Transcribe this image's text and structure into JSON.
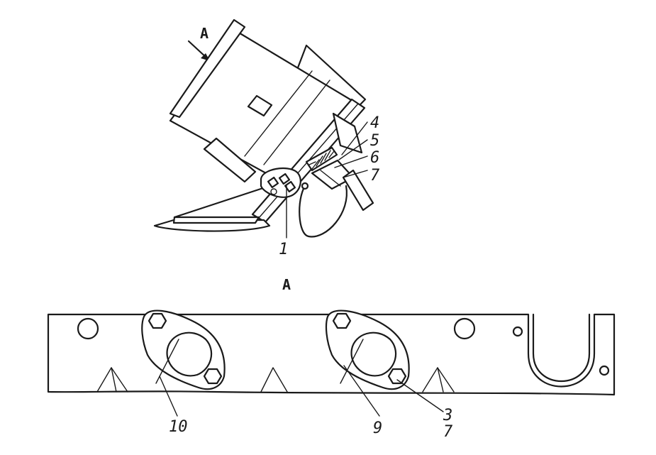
{
  "view_a": {
    "label": "A",
    "arrow_label": "A"
  },
  "callouts": {
    "c4": "4",
    "c5": "5",
    "c6": "6",
    "c7_top": "7",
    "c1": "1",
    "c10": "10",
    "c9": "9",
    "c3": "3",
    "c7_bottom": "7"
  },
  "colors": {
    "ink": "#1a1a1a",
    "paper": "#ffffff"
  }
}
